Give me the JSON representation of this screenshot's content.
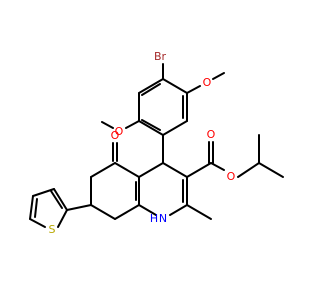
{
  "molecule": {
    "colors": {
      "carbon_bond": "#000000",
      "bromine": "#a52a2a",
      "oxygen": "#ff0000",
      "nitrogen": "#0000ff",
      "sulfur": "#b8a800",
      "background": "#ffffff"
    },
    "atoms": {
      "br": "Br",
      "o_methoxy_top": "O",
      "o_methoxy_left": "O",
      "o_ketone": "O",
      "o_ester_carbonyl": "O",
      "o_ester_ether": "O",
      "nh": "N",
      "nh_h": "H",
      "s_thiophene": "S"
    }
  }
}
